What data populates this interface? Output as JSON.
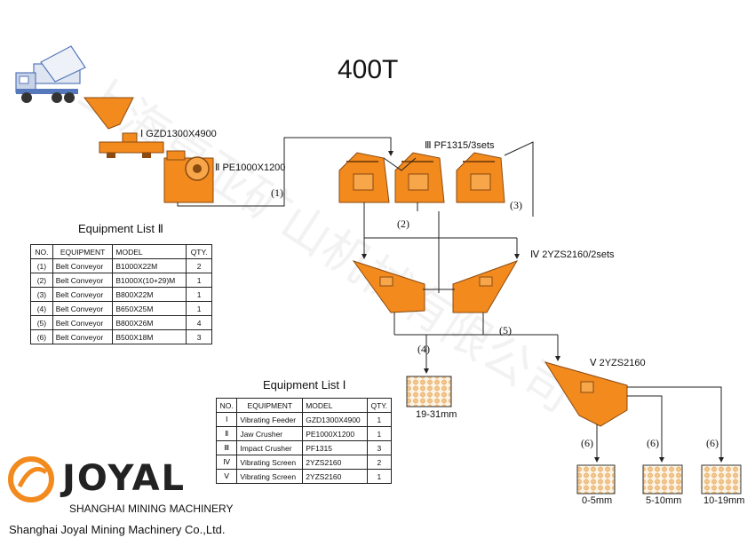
{
  "title": "400T",
  "watermark": "上海卓亚矿山机械有限公司",
  "labels": {
    "feeder": "Ⅰ  GZD1300X4900",
    "jaw": "Ⅱ  PE1000X1200",
    "impact": "Ⅲ  PF1315/3sets",
    "screen_pair": "Ⅳ  2YZS2160/2sets",
    "screen_single": "Ⅴ  2YZS2160"
  },
  "conveyor_marks": [
    "(1)",
    "(2)",
    "(3)",
    "(4)",
    "(5)",
    "(6)",
    "(6)",
    "(6)"
  ],
  "products": [
    "19-31mm",
    "0-5mm",
    "5-10mm",
    "10-19mm"
  ],
  "equipment_list_2": {
    "title": "Equipment List  Ⅱ",
    "headers": [
      "NO.",
      "EQUIPMENT",
      "MODEL",
      "QTY."
    ],
    "rows": [
      [
        "(1)",
        "Belt Conveyor",
        "B1000X22M",
        "2"
      ],
      [
        "(2)",
        "Belt Conveyor",
        "B1000X(10+29)M",
        "1"
      ],
      [
        "(3)",
        "Belt Conveyor",
        "B800X22M",
        "1"
      ],
      [
        "(4)",
        "Belt Conveyor",
        "B650X25M",
        "1"
      ],
      [
        "(5)",
        "Belt Conveyor",
        "B800X26M",
        "4"
      ],
      [
        "(6)",
        "Belt Conveyor",
        "B500X18M",
        "3"
      ]
    ]
  },
  "equipment_list_1": {
    "title": "Equipment List  Ⅰ",
    "headers": [
      "NO.",
      "EQUIPMENT",
      "MODEL",
      "QTY."
    ],
    "rows": [
      [
        "Ⅰ",
        "Vibrating Feeder",
        "GZD1300X4900",
        "1"
      ],
      [
        "Ⅱ",
        "Jaw Crusher",
        "PE1000X1200",
        "1"
      ],
      [
        "Ⅲ",
        "Impact Crusher",
        "PF1315",
        "3"
      ],
      [
        "Ⅳ",
        "Vibrating Screen",
        "2YZS2160",
        "2"
      ],
      [
        "Ⅴ",
        "Vibrating Screen",
        "2YZS2160",
        "1"
      ]
    ]
  },
  "logo": {
    "name": "JOYAL",
    "sub": "SHANGHAI MINING MACHINERY"
  },
  "company": "Shanghai Joyal Mining Machinery Co.,Ltd.",
  "colors": {
    "machine": "#f28a1e",
    "machine_dark": "#8a4a10",
    "line": "#222222",
    "product": "#f3c58a",
    "truck_blue": "#5577bb"
  },
  "icons": [
    "dump-truck-icon",
    "hopper-icon",
    "feeder-icon",
    "jaw-crusher-icon",
    "impact-crusher-icon",
    "vibrating-screen-icon",
    "product-pile-icon",
    "joyal-logo-icon"
  ]
}
